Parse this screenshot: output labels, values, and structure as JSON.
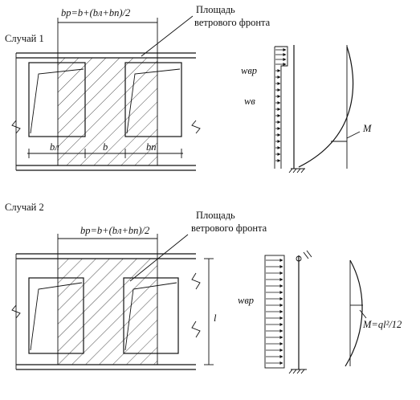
{
  "case1": {
    "title": "Случай 1",
    "formula": "bp=b+(bл+bп)/2",
    "area_label_line1": "Площадь",
    "area_label_line2": "ветрового фронта",
    "dim_left": "bл",
    "dim_mid": "b",
    "dim_right": "bп",
    "load_label_top": "wвp",
    "load_label_mid": "wв",
    "moment_label": "M"
  },
  "case2": {
    "title": "Случай 2",
    "formula": "bp=b+(bл+bп)/2",
    "area_label_line1": "Площадь",
    "area_label_line2": "ветрового фронта",
    "height_label": "l",
    "load_label": "wвp",
    "moment_label": "M=ql²/12"
  }
}
